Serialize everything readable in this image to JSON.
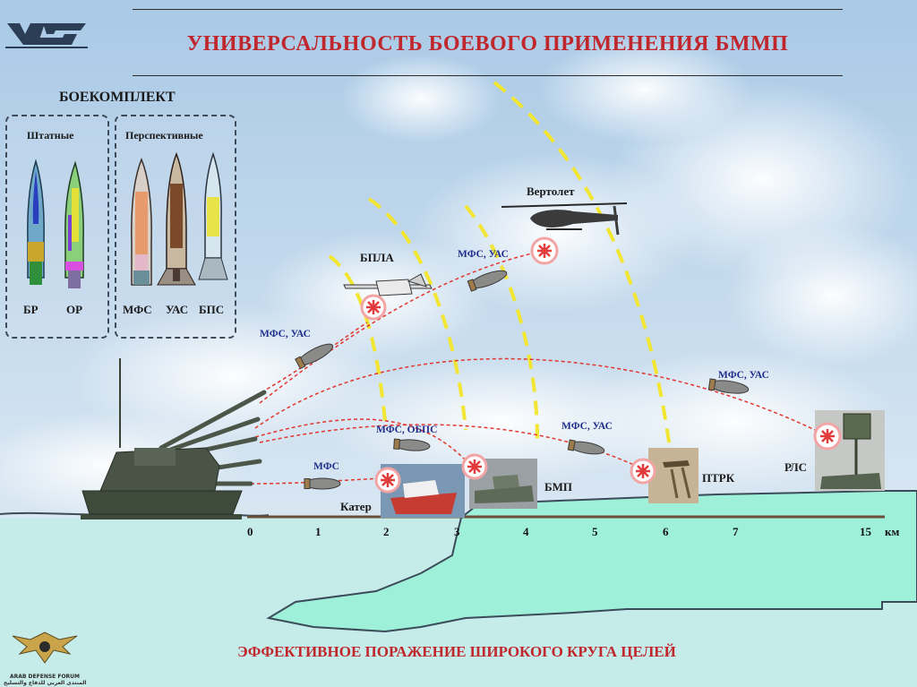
{
  "title": "УНИВЕРСАЛЬНОСТЬ БОЕВОГО ПРИМЕНЕНИЯ БММП",
  "subtitle": "ЭФФЕКТИВНОЕ ПОРАЖЕНИЕ ШИРОКОГО КРУГА ЦЕЛЕЙ",
  "ammo": {
    "heading": "БОЕКОМПЛЕКТ",
    "standard": {
      "label": "Штатные",
      "items": [
        "БР",
        "ОР"
      ]
    },
    "advanced": {
      "label": "Перспективные",
      "items": [
        "МФС",
        "УАС",
        "БПС"
      ]
    }
  },
  "targets": {
    "helicopter": "Вертолет",
    "uav": "БПЛА",
    "boat": "Катер",
    "ifv": "БМП",
    "atgm": "ПТРК",
    "radar": "РЛС"
  },
  "munitions": {
    "uav": "МФС, УАС",
    "helicopter": "МФС, УАС",
    "radar": "МФС, УАС",
    "ifv": "МФС, ОБПС",
    "atgm": "МФС, УАС",
    "boat": "МФС"
  },
  "axis": {
    "ticks": [
      "0",
      "1",
      "2",
      "3",
      "4",
      "5",
      "6",
      "7",
      "15"
    ],
    "unit": "км"
  },
  "watermark": {
    "line1": "ARAB DEFENSE FORUM",
    "line2": "المنتدى العربي للدفاع والتسليح"
  },
  "colors": {
    "title": "#c0272d",
    "munition_label": "#1f2f8c",
    "trajectory": "#e2372f",
    "envelope": "#f2e632",
    "water": "#c6ecea",
    "land": "#9ff0d8"
  }
}
